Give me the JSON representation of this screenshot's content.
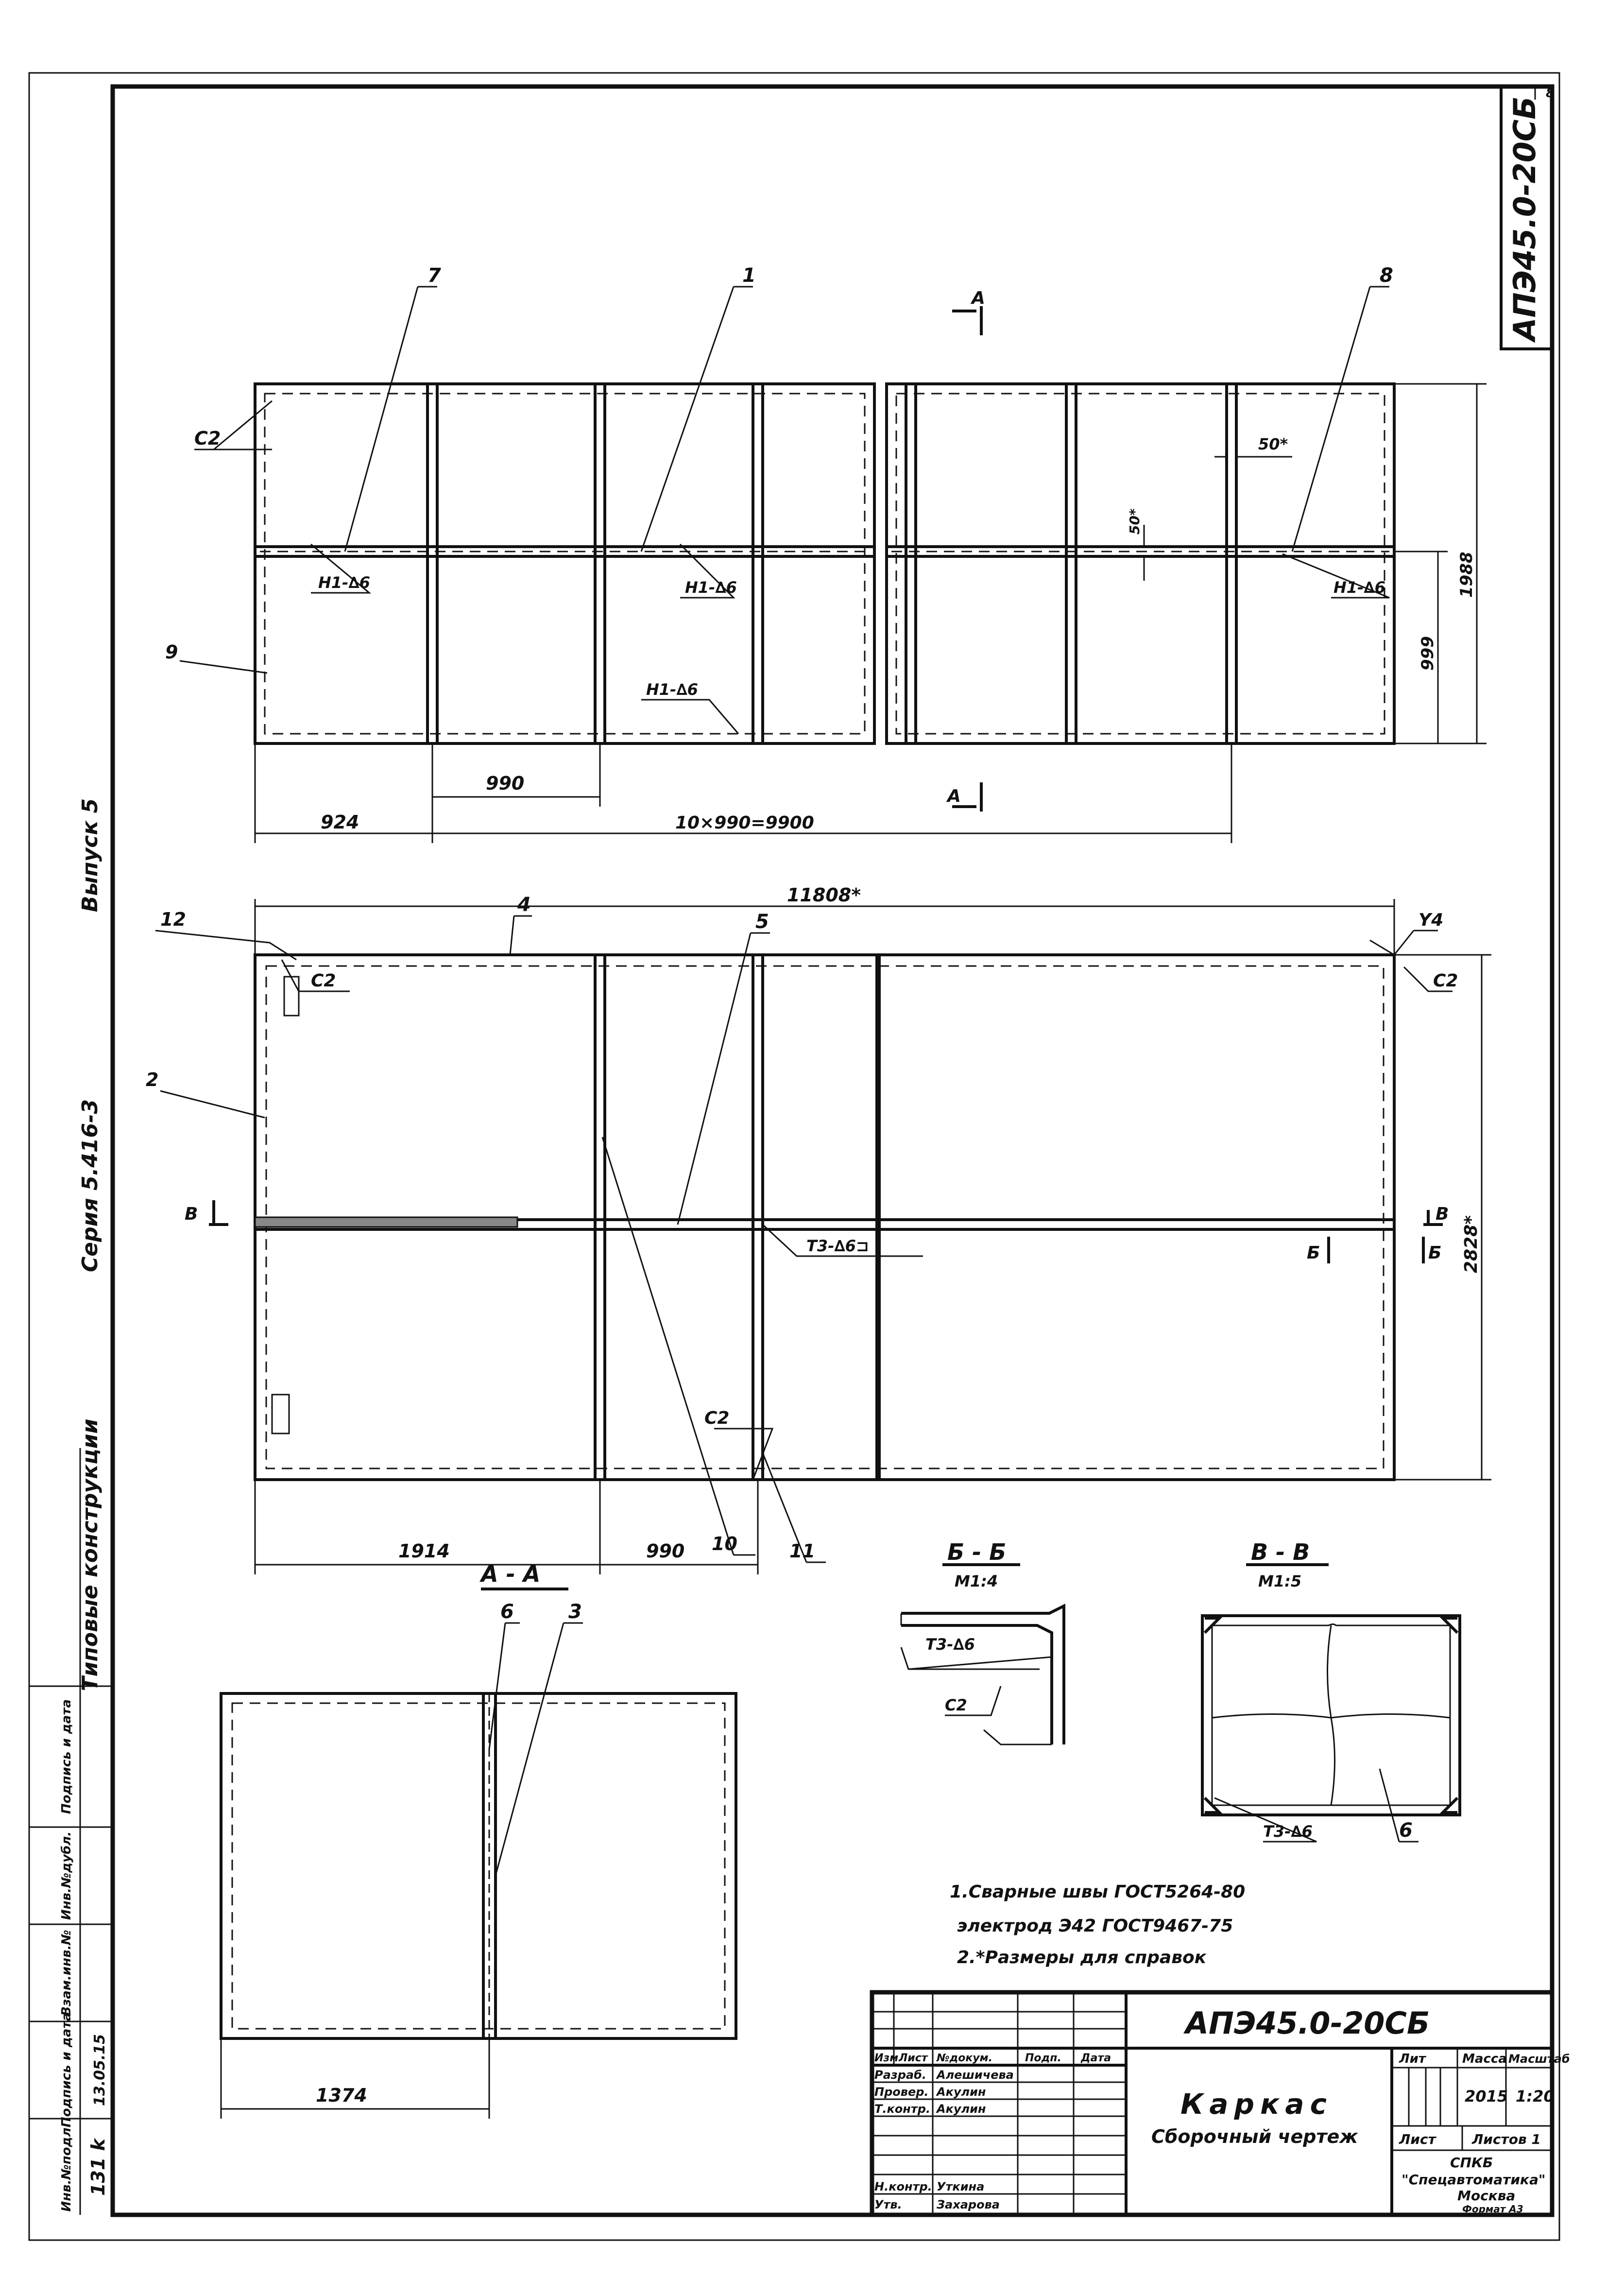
{
  "sheet_number": "8",
  "doc_code": "АПЭ45.0-20СБ",
  "left_strip": {
    "text1": "Выпуск 5",
    "text2": "Серия 5.416-3",
    "text3": "Типовые конструкции",
    "stamp_labels": [
      "Инв.№подл.",
      "Подпись и дата",
      "Взам.инв.№",
      "Инв.№дубл.",
      "Подпись и дата"
    ],
    "inv_no": "131 k",
    "date": "13.05.15"
  },
  "plan": {
    "callouts": [
      "7",
      "1",
      "8",
      "C2",
      "9"
    ],
    "welds": [
      "Н1-∆6",
      "Н1-∆6",
      "Н1-∆6",
      "Н1-∆6"
    ],
    "dim_50": "50*",
    "dims_bottom": [
      "924",
      "990",
      "10×990=9900"
    ],
    "dims_right": [
      "999",
      "1988"
    ],
    "section_a": "А"
  },
  "front": {
    "overall": "11808*",
    "callouts": [
      "4",
      "5",
      "Y4",
      "12",
      "C2",
      "C2",
      "2",
      "C2",
      "10",
      "11"
    ],
    "weld": "Т3-∆6⊐",
    "section_v": "В",
    "section_b": "Б",
    "height": "2828*",
    "dims_bottom": [
      "1914",
      "990"
    ]
  },
  "section_aa": {
    "title": "А - А",
    "callouts": [
      "6",
      "3"
    ],
    "dim": "1374"
  },
  "section_bb": {
    "title": "Б - Б",
    "scale": "М1:4",
    "weld": "Т3-∆6",
    "callout": "C2"
  },
  "section_vv": {
    "title": "В - В",
    "scale": "М1:5",
    "weld": "Т3-∆6",
    "callout": "6"
  },
  "notes": [
    "1.Сварные швы ГОСТ5264-80",
    "электрод Э42 ГОСТ9467-75",
    "2.*Размеры для справок"
  ],
  "title_block": {
    "doc_code": "АПЭ45.0-20СБ",
    "name": "Каркас",
    "subtitle": "Сборочный чертеж",
    "header_cols": [
      "Изм",
      "Лист",
      "№докум.",
      "Подп.",
      "Дата"
    ],
    "rows": [
      {
        "role": "Разраб.",
        "name": "Алешичева"
      },
      {
        "role": "Провер.",
        "name": "Акулин"
      },
      {
        "role": "Т.контр.",
        "name": "Акулин"
      },
      {
        "role": "Н.контр.",
        "name": "Уткина"
      },
      {
        "role": "Утв.",
        "name": "Захарова"
      }
    ],
    "lit_label": "Лит",
    "mass_label": "Масса",
    "scale_label": "Масштаб",
    "mass": "2015",
    "scale": "1:20",
    "sheet_label": "Лист",
    "sheets_label": "Листов 1",
    "org1": "СПКБ",
    "org2": "\"Спецавтоматика\"",
    "org3": "Москва",
    "format": "Формат А3"
  }
}
